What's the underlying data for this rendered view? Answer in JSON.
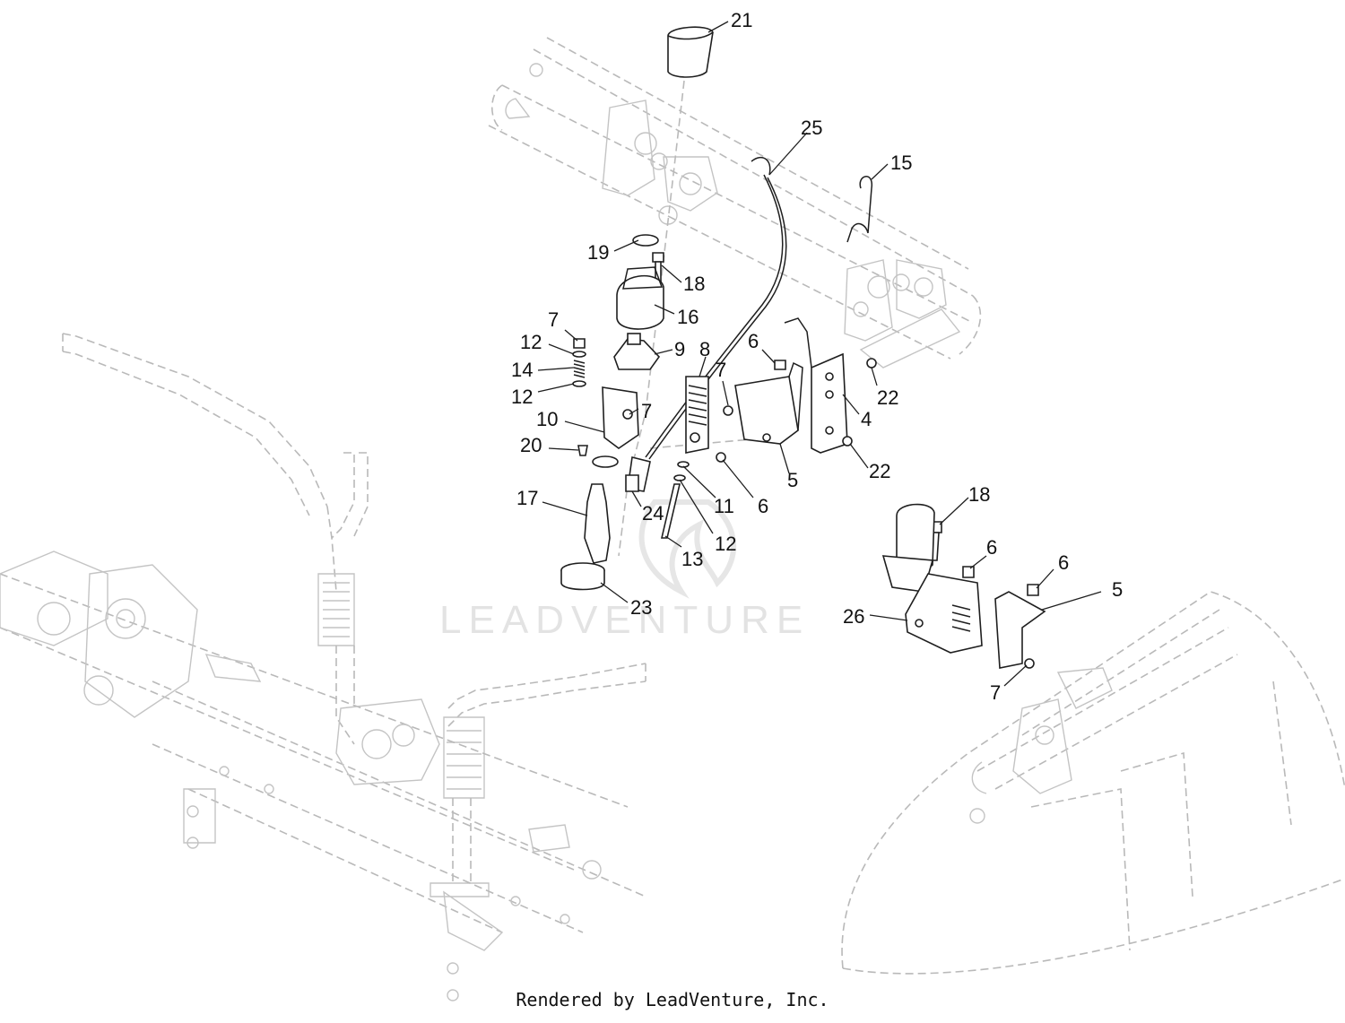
{
  "watermark": "LEADVENTURE",
  "credit": "Rendered by LeadVenture, Inc.",
  "callouts": {
    "c21": "21",
    "c25": "25",
    "c15": "15",
    "c19": "19",
    "c18a": "18",
    "c16": "16",
    "c7a": "7",
    "c12a": "12",
    "c14": "14",
    "c12b": "12",
    "c9": "9",
    "c8": "8",
    "c7b": "7",
    "c6a": "6",
    "c10": "10",
    "c7c": "7",
    "c22a": "22",
    "c4": "4",
    "c20": "20",
    "c5a": "5",
    "c22b": "22",
    "c11": "11",
    "c6b": "6",
    "c17": "17",
    "c24": "24",
    "c12c": "12",
    "c13": "13",
    "c18b": "18",
    "c6c": "6",
    "c6d": "6",
    "c5b": "5",
    "c23": "23",
    "c26": "26",
    "c7d": "7"
  },
  "colors": {
    "part_stroke": "#1f1f1f",
    "ghost_stroke": "#b9b9b9",
    "watermark": "#e3e3e3"
  }
}
